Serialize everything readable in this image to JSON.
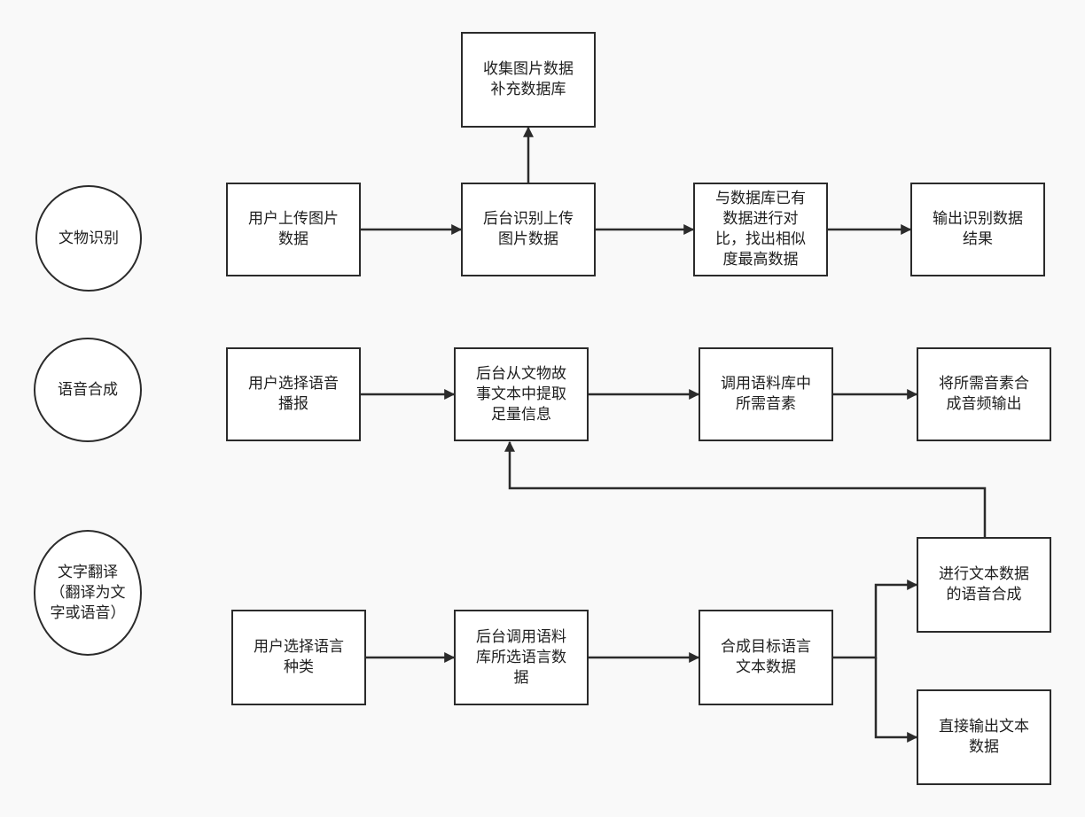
{
  "colors": {
    "background": "#f9f9f9",
    "stroke": "#2b2b2b",
    "node_fill": "#ffffff",
    "text": "#1e1e1e"
  },
  "rows": {
    "relic_recognition": {
      "label": "文物识别",
      "steps": {
        "upload": "用户上传图片\n数据",
        "backend_recognize": "后台识别上传\n图片数据",
        "collect": "收集图片数据\n补充数据库",
        "compare": "与数据库已有\n数据进行对\n比，找出相似\n度最高数据",
        "output": "输出识别数据\n结果"
      }
    },
    "speech_synthesis": {
      "label": "语音合成",
      "steps": {
        "select_voice": "用户选择语音\n播报",
        "extract": "后台从文物故\n事文本中提取\n足量信息",
        "call_library": "调用语料库中\n所需音素",
        "synthesize": "将所需音素合\n成音频输出"
      }
    },
    "text_translation": {
      "label": "文字翻译\n（翻译为文\n字或语音）",
      "steps": {
        "select_language": "用户选择语言\n种类",
        "backend_call": "后台调用语料\n库所选语言数\n据",
        "compose_text": "合成目标语言\n文本数据",
        "text_to_speech": "进行文本数据\n的语音合成",
        "direct_output": "直接输出文本\n数据"
      }
    }
  }
}
